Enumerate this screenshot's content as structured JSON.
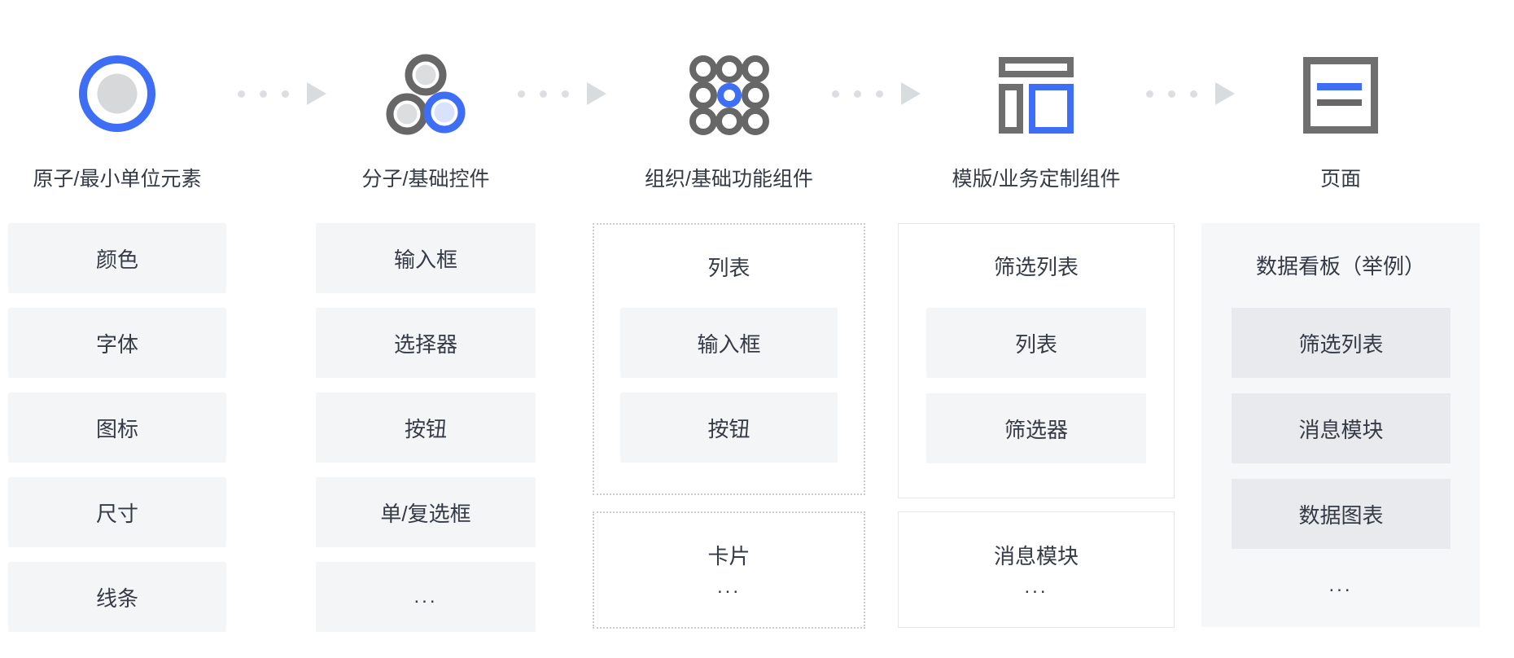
{
  "diagram_title": "atomic-design-component-hierarchy",
  "palette": {
    "accent_blue": "#3e6ef5",
    "icon_gray": "#676767",
    "icon_fill_gray": "#d7d8da",
    "icon_fill_blue": "#d9e2fa",
    "item_bg": "#f4f5f7",
    "board_bg": "#f6f7f9",
    "board_item_bg": "#e9eaed",
    "dotted_border": "#c8cdd3",
    "solid_border": "#e4e7eb",
    "connector_gray": "#d9dcde",
    "text": "#343b46"
  },
  "connector": {
    "dots": 3,
    "arrow_direction": "right"
  },
  "stages": [
    {
      "id": "atoms",
      "icon": "atom-circle-icon",
      "label": "原子/最小单位元素",
      "items": [
        "颜色",
        "字体",
        "图标",
        "尺寸",
        "线条"
      ]
    },
    {
      "id": "molecules",
      "icon": "molecule-circles-icon",
      "label": "分子/基础控件",
      "items": [
        "输入框",
        "选择器",
        "按钮",
        "单/复选框",
        "..."
      ]
    },
    {
      "id": "organisms",
      "icon": "organism-grid-icon",
      "label": "组织/基础功能组件",
      "groups": [
        {
          "title": "列表",
          "items": [
            "输入框",
            "按钮"
          ]
        },
        {
          "title": "卡片",
          "more": "..."
        }
      ]
    },
    {
      "id": "templates",
      "icon": "template-layout-icon",
      "label": "模版/业务定制组件",
      "groups": [
        {
          "title": "筛选列表",
          "items": [
            "列表",
            "筛选器"
          ]
        },
        {
          "title": "消息模块",
          "more": "..."
        }
      ]
    },
    {
      "id": "pages",
      "icon": "page-document-icon",
      "label": "页面",
      "board": {
        "title": "数据看板（举例）",
        "items": [
          "筛选列表",
          "消息模块",
          "数据图表"
        ],
        "more": "..."
      }
    }
  ]
}
